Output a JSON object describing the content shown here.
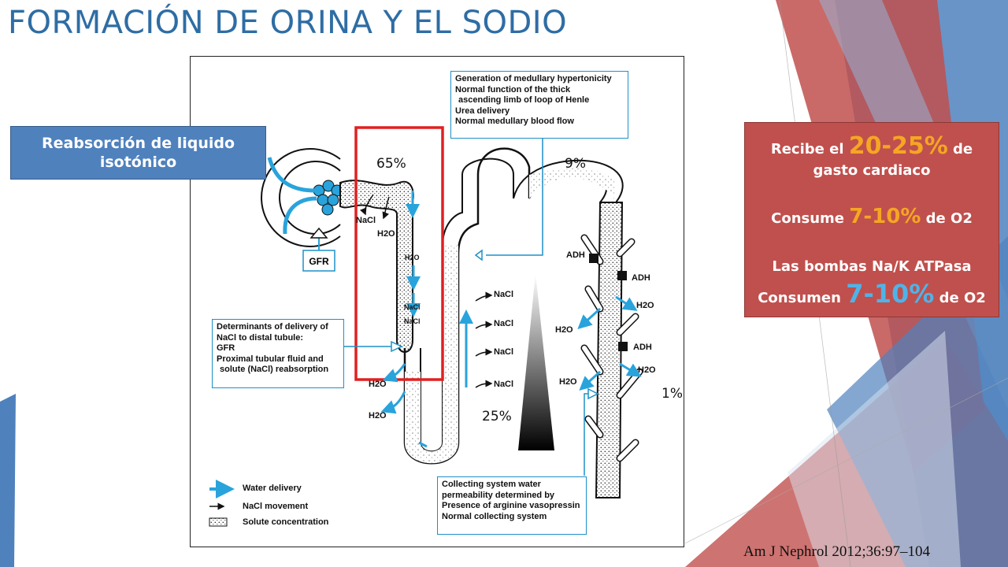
{
  "title": "FORMACIÓN DE ORINA Y EL SODIO",
  "reabsorcion_label": "Reabsorción de liquido isotónico",
  "info_box": {
    "line1_pre": "Recibe el ",
    "line1_value": "20-25%",
    "line1_post": " de",
    "line2": "gasto cardiaco",
    "line3_pre": "Consume ",
    "line3_value": "7-10%",
    "line3_post": " de O2",
    "line4": "Las bombas Na/K ATPasa",
    "line5_pre": "Consumen ",
    "line5_value": "7-10%",
    "line5_post": " de O2"
  },
  "citation": "Am J Nephrol 2012;36:97–104",
  "percentages": {
    "proximal": "65%",
    "distal": "9%",
    "loop": "25%",
    "collecting": "1%"
  },
  "diagram": {
    "gfr_label": "GFR",
    "top_box": [
      "Generation of medullary hypertonicity",
      "Normal function of the thick",
      "ascending limb of loop of Henle",
      "Urea delivery",
      "Normal medullary blood flow"
    ],
    "left_box": [
      "Determinants of delivery of",
      "NaCl to distal tubule:",
      "GFR",
      "Proximal tubular fluid and",
      "solute (NaCl) reabsorption"
    ],
    "bottom_box": [
      "Collecting system water",
      "permeability determined by",
      "Presence of arginine vasopressin",
      "Normal collecting system"
    ],
    "nacl": "NaCl",
    "h2o": "H2O",
    "adh": "ADH",
    "legend": [
      "Water delivery",
      "NaCl movement",
      "Solute concentration"
    ]
  },
  "colors": {
    "title": "#2e6da4",
    "water_arrow": "#29a3dc",
    "highlight_box": "#e02020",
    "reab_box": "#4f81bd",
    "info_box": "#c0504d",
    "info_highlight": "#f5a623",
    "info_highlight_blue": "#4fb3e8"
  }
}
